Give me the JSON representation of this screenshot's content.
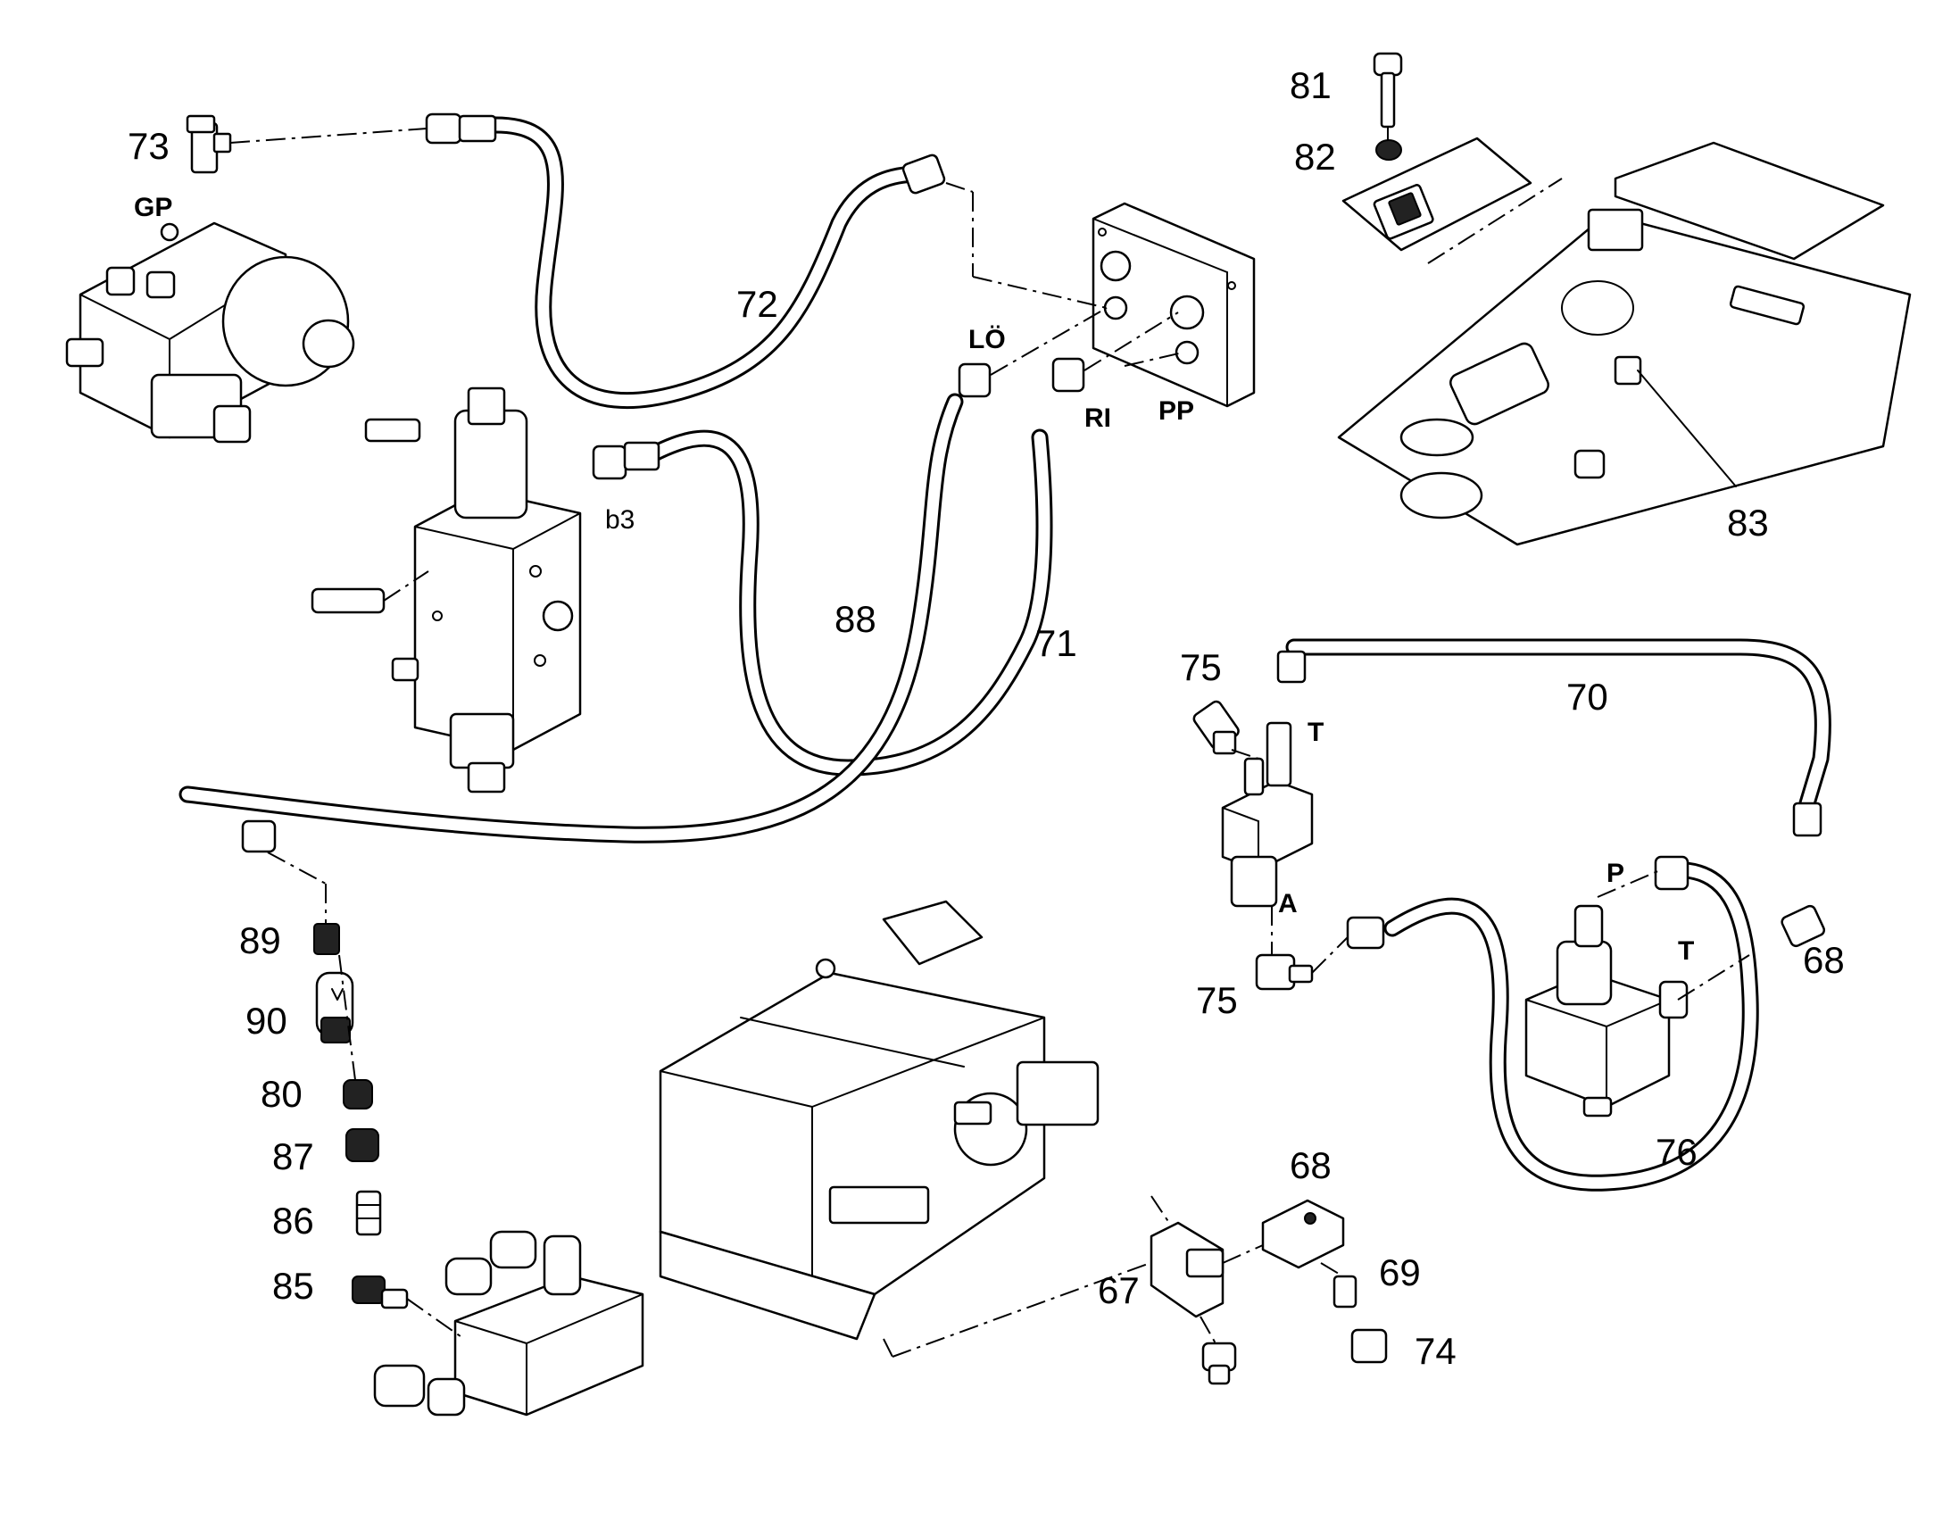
{
  "callouts": {
    "c67": "67",
    "c68a": "68",
    "c68b": "68",
    "c69": "69",
    "c70": "70",
    "c71": "71",
    "c72": "72",
    "c73": "73",
    "c74": "74",
    "c75a": "75",
    "c75b": "75",
    "c76": "76",
    "c80": "80",
    "c81": "81",
    "c82": "82",
    "c83": "83",
    "c85": "85",
    "c86": "86",
    "c87": "87",
    "c88": "88",
    "c89": "89",
    "c90": "90"
  },
  "ports": {
    "gp": "GP",
    "lo": "LÖ",
    "ri": "RI",
    "pp": "PP",
    "b3": "b3",
    "t_valve": "T",
    "a_valve": "A",
    "p_block": "P",
    "t_block": "T"
  }
}
